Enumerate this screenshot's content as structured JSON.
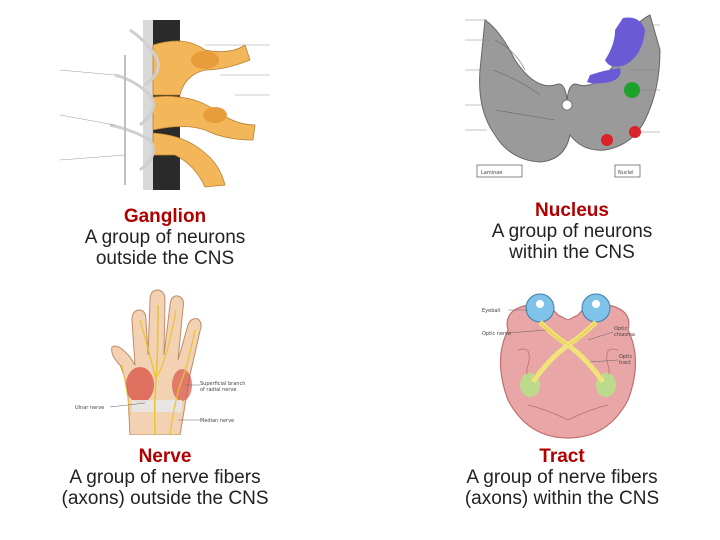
{
  "panels": {
    "ganglion": {
      "term": "Ganglion",
      "definition_1": "A group of neurons",
      "definition_2": "outside the CNS"
    },
    "nucleus": {
      "term": "Nucleus",
      "definition_1": "A group of neurons",
      "definition_2": "within the CNS",
      "legend_laminae": "Laminae",
      "legend_nuclei": "Nuclei"
    },
    "nerve": {
      "term": "Nerve",
      "definition_1": "A group of nerve fibers",
      "definition_2": "(axons) outside the CNS",
      "label_superficial_1": "Superficial branch",
      "label_superficial_2": "of radial nerve",
      "label_ulnar": "Ulnar nerve",
      "label_median": "Median nerve"
    },
    "tract": {
      "term": "Tract",
      "definition_1": "A group of nerve fibers",
      "definition_2": "(axons) within the CNS",
      "label_eyeball": "Eyeball",
      "label_optic_nerve": "Optic nerve",
      "label_optic_chiasma_1": "Optic",
      "label_optic_chiasma_2": "chiasma",
      "label_optic_tract_1": "Optic",
      "label_optic_tract_2": "tract"
    }
  },
  "colors": {
    "term": "#b00000",
    "text": "#222222",
    "ganglion_yellow": "#f3b75a",
    "gray_matter": "#9a9a9a",
    "nucleus_blue": "#6a5ad6",
    "nucleus_green": "#1ea12a",
    "nucleus_red": "#d9222a",
    "brain_pink": "#e9a6a6",
    "tract_yellow": "#f1e27a",
    "eye_blue": "#7fc3ea"
  }
}
